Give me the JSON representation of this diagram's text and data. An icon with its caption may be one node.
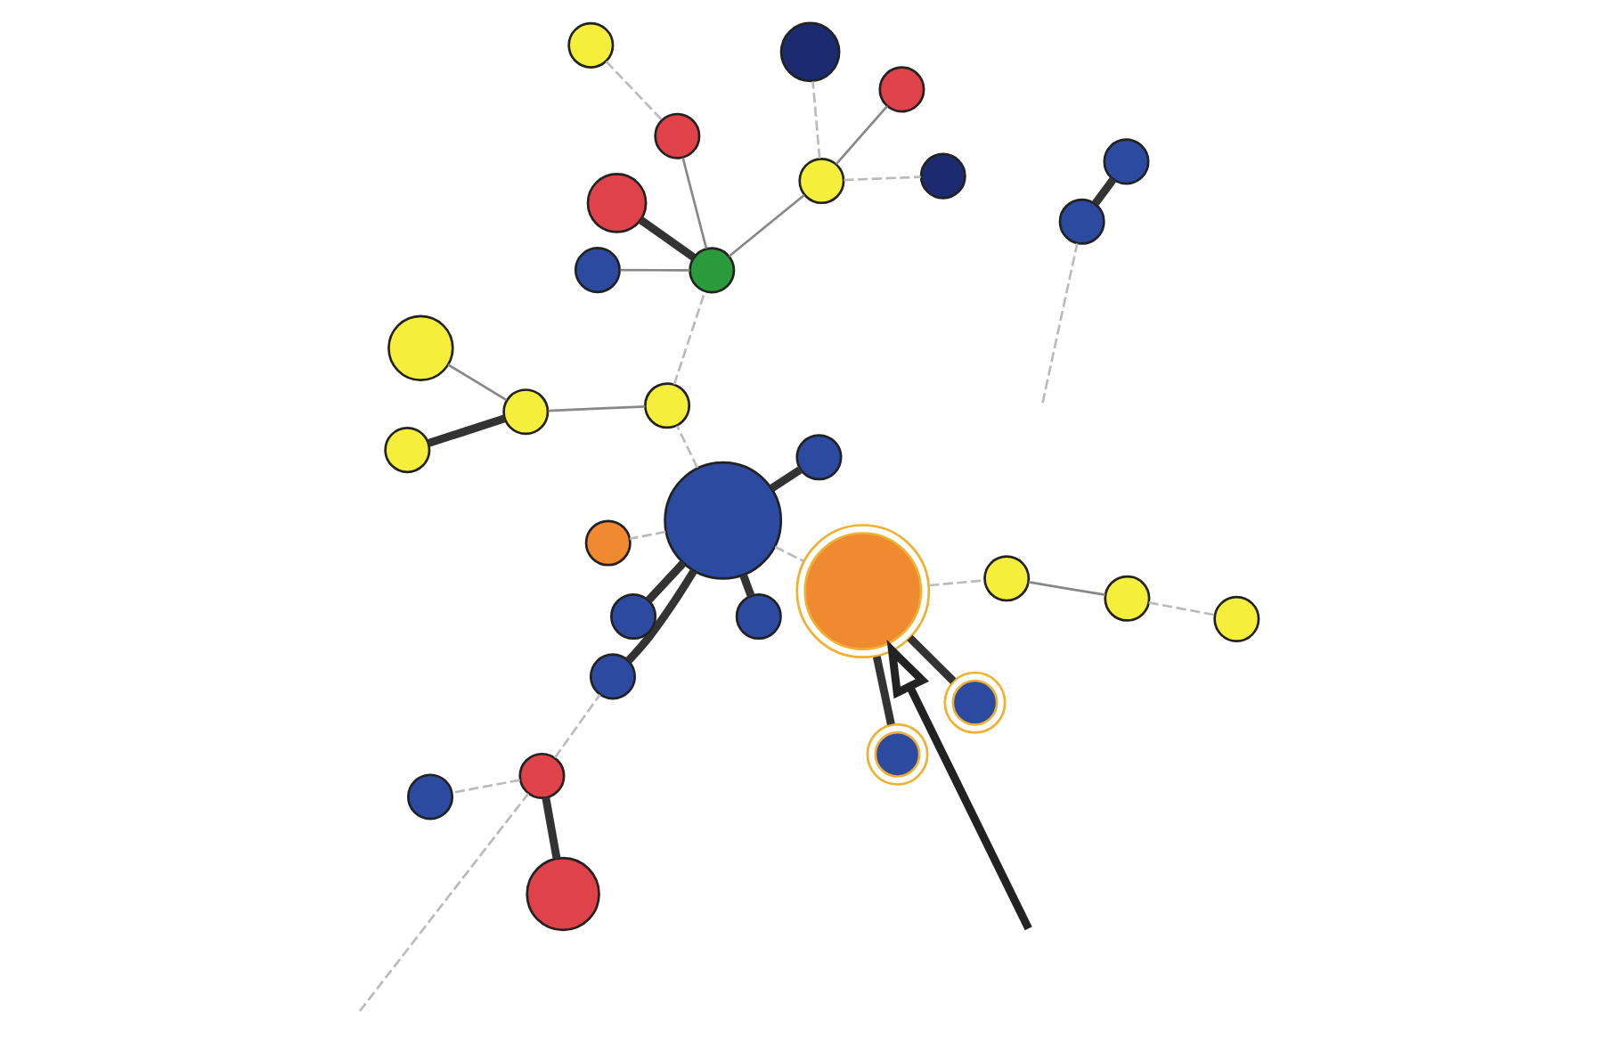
{
  "diagram": {
    "nodes": [
      {
        "text": [],
        "shape": "circle"
      },
      {
        "text": [],
        "shape": "circle"
      },
      {
        "text": [],
        "shape": "circle"
      },
      {
        "text": [],
        "shape": "circle"
      },
      {
        "text": [],
        "shape": "circle"
      },
      {
        "text": [],
        "shape": "circle"
      },
      {
        "text": [],
        "shape": "circle"
      },
      {
        "text": [],
        "shape": "circle"
      },
      {
        "text": [],
        "shape": "circle"
      },
      {
        "text": [],
        "shape": "circle"
      },
      {
        "text": [],
        "shape": "circle"
      },
      {
        "text": [],
        "shape": "circle"
      },
      {
        "text": [],
        "shape": "circle"
      },
      {
        "text": [],
        "shape": "circle"
      },
      {
        "text": [],
        "shape": "circle"
      },
      {
        "text": [],
        "shape": "circle"
      },
      {
        "text": [],
        "shape": "circle"
      },
      {
        "text": [],
        "shape": "circle"
      },
      {
        "text": [],
        "shape": "circle"
      },
      {
        "text": [],
        "shape": "circle"
      },
      {
        "text": [],
        "shape": "circle"
      },
      {
        "text": [],
        "shape": "circle"
      },
      {
        "text": [],
        "shape": "circle"
      },
      {
        "text": [],
        "shape": "circle"
      },
      {
        "text": [],
        "shape": "circle"
      },
      {
        "text": [],
        "shape": "circle"
      },
      {
        "text": [],
        "shape": "circle"
      },
      {
        "text": [],
        "shape": "circle"
      },
      {
        "text": [],
        "shape": "circle"
      },
      {
        "text": [],
        "shape": "circle"
      }
    ],
    "edges": [
      {
        "from": 0,
        "to": 1,
        "arrow": "none",
        "style": "thick",
        "color": "#333333"
      },
      {
        "from": null,
        "to": 0,
        "arrow": "none",
        "style": "dashed",
        "color": "#bbbbbb"
      },
      {
        "from": 2,
        "to": 3,
        "arrow": "none",
        "style": "thick",
        "color": "#333333"
      },
      {
        "from": null,
        "to": 2,
        "arrow": "none",
        "style": "dashed",
        "color": "#bbbbbb"
      },
      {
        "from": 2,
        "to": 4,
        "arrow": "none",
        "style": "dashed",
        "color": "#bbbbbb"
      },
      {
        "from": 2,
        "to": 8,
        "arrow": "none",
        "style": "dashed",
        "color": "#bbbbbb"
      },
      {
        "from": 5,
        "to": 4,
        "arrow": "none",
        "style": "thick",
        "color": "#333333"
      },
      {
        "from": 5,
        "to": 6,
        "arrow": "none",
        "style": "thick",
        "color": "#333333"
      },
      {
        "from": 5,
        "to": 7,
        "arrow": "none",
        "style": "thick",
        "color": "#333333"
      },
      {
        "from": 5,
        "to": 9,
        "arrow": "none",
        "style": "thick",
        "color": "#333333"
      },
      {
        "from": 5,
        "to": 10,
        "arrow": "none",
        "style": "dashed",
        "color": "#bbbbbb"
      },
      {
        "from": 5,
        "to": 14,
        "arrow": "none",
        "style": "dashed",
        "color": "#bbbbbb"
      },
      {
        "from": 5,
        "to": 13,
        "arrow": "none",
        "style": "dashed",
        "color": "#bbbbbb"
      },
      {
        "from": 10,
        "to": 11,
        "arrow": "none",
        "style": "thick",
        "color": "#333333"
      },
      {
        "from": 10,
        "to": 12,
        "arrow": "none",
        "style": "thick",
        "color": "#333333"
      },
      {
        "from": null,
        "to": 10,
        "arrow": "to",
        "style": "thick",
        "color": "#222222"
      },
      {
        "from": 10,
        "to": 15,
        "arrow": "none",
        "style": "dashed",
        "color": "#bbbbbb"
      },
      {
        "from": 15,
        "to": 16,
        "arrow": "none"
      },
      {
        "from": 16,
        "to": 17,
        "arrow": "none",
        "style": "dashed",
        "color": "#bbbbbb"
      },
      {
        "from": 14,
        "to": 18,
        "arrow": "none",
        "style": "dashed",
        "color": "#bbbbbb"
      },
      {
        "from": 14,
        "to": 21,
        "arrow": "none"
      },
      {
        "from": 21,
        "to": 22,
        "arrow": "none",
        "style": "thick",
        "color": "#333333"
      },
      {
        "from": 21,
        "to": 29,
        "arrow": "none"
      },
      {
        "from": 18,
        "to": 19,
        "arrow": "none",
        "style": "thick",
        "color": "#333333"
      },
      {
        "from": 18,
        "to": 20,
        "arrow": "none"
      },
      {
        "from": 18,
        "to": 23,
        "arrow": "none"
      },
      {
        "from": 18,
        "to": 24,
        "arrow": "none"
      },
      {
        "from": 20,
        "to": 25,
        "arrow": "none",
        "style": "dashed",
        "color": "#bbbbbb"
      },
      {
        "from": 24,
        "to": 28,
        "arrow": "none"
      },
      {
        "from": 24,
        "to": 26,
        "arrow": "none",
        "style": "dashed",
        "color": "#bbbbbb"
      },
      {
        "from": 24,
        "to": 27,
        "arrow": "none",
        "style": "dashed",
        "color": "#bbbbbb"
      }
    ]
  }
}
